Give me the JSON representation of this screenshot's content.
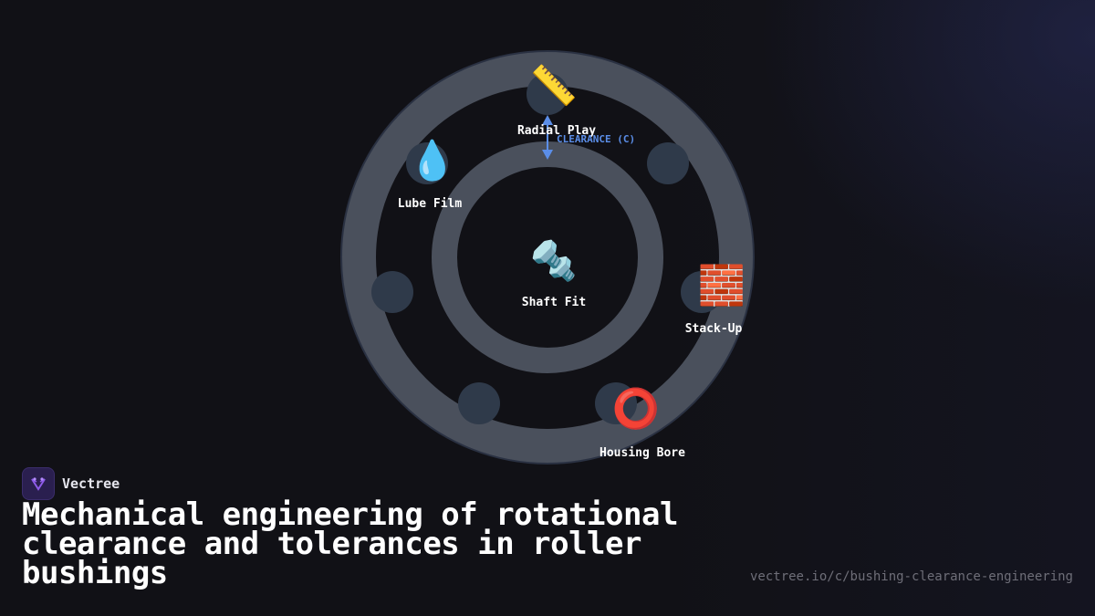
{
  "diagram": {
    "center_node": {
      "label": "Shaft Fit",
      "icon": "bolt-nut-icon",
      "emoji": "🔩"
    },
    "nodes": [
      {
        "label": "Radial Play",
        "icon": "ruler-icon",
        "emoji": "📏"
      },
      {
        "label": "Lube Film",
        "icon": "droplet-icon",
        "emoji": "💧"
      },
      {
        "label": "Stack-Up",
        "icon": "brick-icon",
        "emoji": "🧱"
      },
      {
        "label": "Housing Bore",
        "icon": "ring-icon",
        "emoji": "⭕"
      }
    ],
    "clearance_label": "CLEARANCE (C)"
  },
  "brand": {
    "name": "Vectree"
  },
  "title": "Mechanical engineering of rotational clearance and tolerances in roller bushings",
  "url": "vectree.io/c/bushing-clearance-engineering",
  "colors": {
    "ring": "#4a505c",
    "roller": "#2f3a4a",
    "accent_blue": "#5b8ee8",
    "background": "#111116",
    "brand_purple": "#7c4ddb"
  }
}
